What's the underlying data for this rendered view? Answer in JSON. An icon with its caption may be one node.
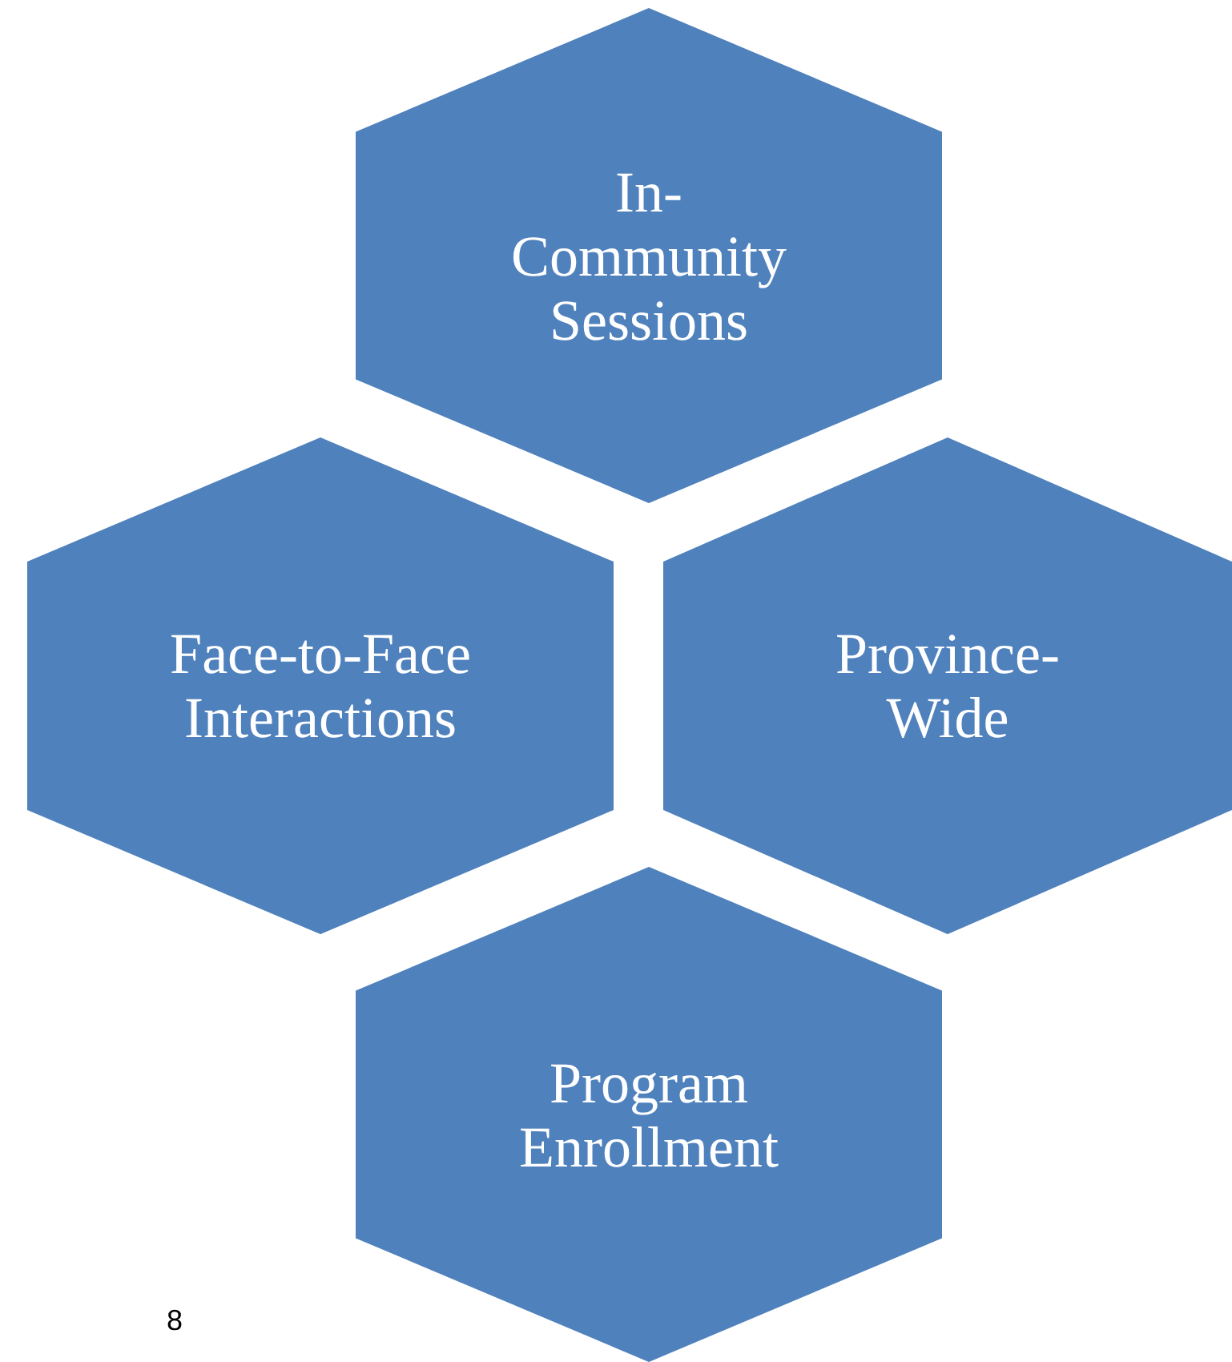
{
  "diagram": {
    "nodes": [
      {
        "text": [
          "In- Community Sessions"
        ]
      },
      {
        "text": [
          "Face-to-Face Interactions"
        ]
      },
      {
        "text": [
          "Province- Wide"
        ]
      },
      {
        "text": [
          "Program Enrollment"
        ]
      }
    ],
    "labels": [
      "8"
    ]
  }
}
